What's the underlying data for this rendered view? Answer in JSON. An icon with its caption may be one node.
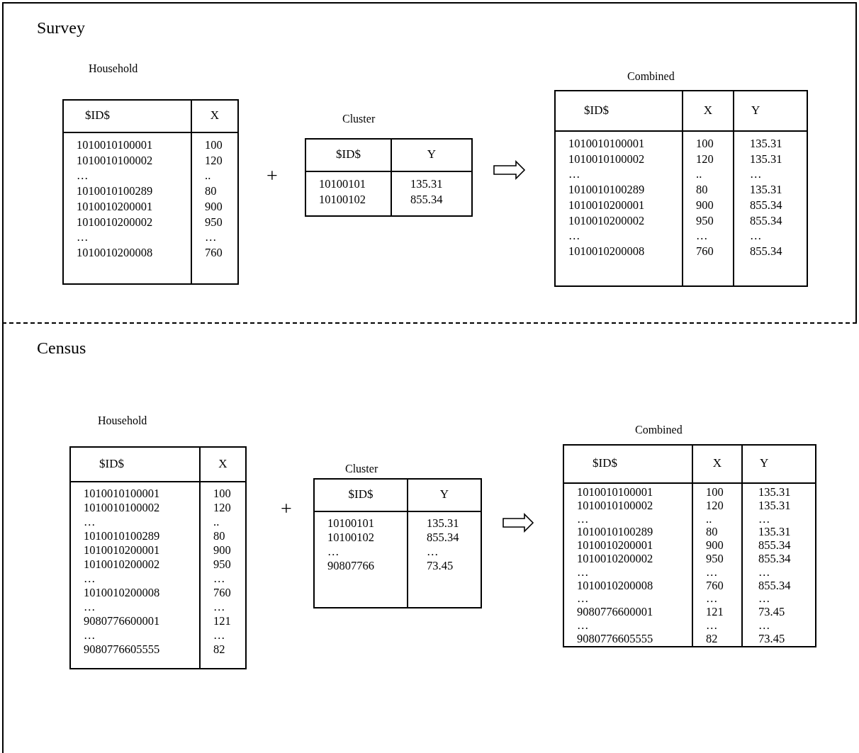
{
  "diagram": {
    "nodes": [
      {
        "text": [
          "Survey"
        ]
      },
      {
        "text": [
          "$ID$",
          "X",
          "1010010100001 1010010100002 … 1010010100289 1010010200001 1010010200002 … 1010010200008",
          "100 120 .. 80 900 950 … 760"
        ],
        "beside": [
          "Household"
        ],
        "in": 0
      },
      {
        "text": [
          "$ID$",
          "Y",
          "10100101 10100102",
          "135.31 855.34"
        ],
        "beside": [
          "Cluster"
        ],
        "in": 0
      },
      {
        "text": [
          "$ID$",
          "X",
          "Y",
          "1010010100001 1010010100002 … 1010010100289 1010010200001 1010010200002 … 1010010200008",
          "100 120 .. 80 900 950 … 760",
          "135.31 135.31 … 135.31 855.34 855.34 … 855.34"
        ],
        "beside": [
          "Combined"
        ],
        "in": 0
      },
      {
        "text": [
          "Census"
        ]
      },
      {
        "text": [
          "$ID$",
          "X",
          "1010010100001 1010010100002 … 1010010100289 1010010200001 1010010200002 … 1010010200008 … 9080776600001 … 9080776605555",
          "100 120 .. 80 900 950 … 760 … 121 … 82"
        ],
        "beside": [
          "Household"
        ],
        "in": 4
      },
      {
        "text": [
          "$ID$",
          "Y",
          "10100101 10100102 … 90807766",
          "135.31 855.34 … 73.45"
        ],
        "beside": [
          "Cluster"
        ],
        "in": 4
      },
      {
        "text": [
          "$ID$",
          "X",
          "Y",
          "1010010100001 1010010100002 … 1010010100289 1010010200001 1010010200002 … 1010010200008 … 9080776600001 … 9080776605555",
          "100 120 .. 80 900 950 … 760 … 121 … 82",
          "135.31 135.31 … 135.31 855.34 855.34 … 855.34 … 73.45 … 73.45"
        ],
        "beside": [
          "Combined"
        ],
        "in": 4
      }
    ],
    "edges": [
      {
        "from": 2,
        "to": 3,
        "arrow": "to"
      },
      {
        "from": 6,
        "to": 7,
        "arrow": "to"
      }
    ],
    "labels": [
      "+",
      "+"
    ]
  }
}
